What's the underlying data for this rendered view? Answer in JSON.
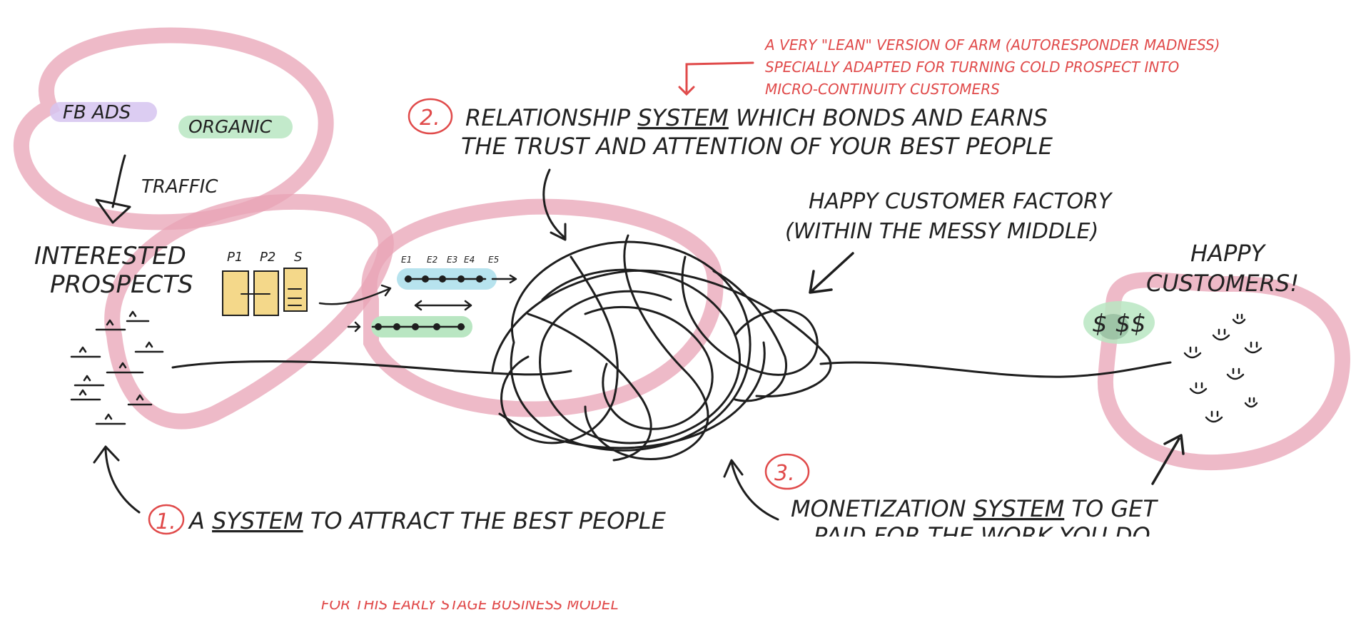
{
  "top_note": {
    "lines": [
      "A VERY \"LEAN\" VERSION OF ARM (AUTORESPONDER MADNESS)",
      "SPECIALLY ADAPTED FOR TURNING COLD PROSPECT INTO",
      "MICRO-CONTINUITY CUSTOMERS"
    ]
  },
  "sources": {
    "fb_ads": "FB ADS",
    "organic": "ORGANIC",
    "traffic": "TRAFFIC"
  },
  "prospects": {
    "line1": "INTERESTED",
    "line2": "PROSPECTS"
  },
  "funnel": {
    "p1": "P1",
    "p2": "P2",
    "s": "S"
  },
  "emails": {
    "e1": "E1",
    "e2": "E2",
    "e3": "E3",
    "e4": "E4",
    "e5": "E5"
  },
  "system2": {
    "number": "2.",
    "line1_pre": "RELATIONSHIP ",
    "line1_underlined": "SYSTEM",
    "line1_post": " WHICH BONDS AND EARNS",
    "line2": "THE TRUST AND ATTENTION OF YOUR BEST PEOPLE"
  },
  "factory": {
    "line1": "HAPPY CUSTOMER FACTORY",
    "line2": "(WITHIN THE MESSY MIDDLE)"
  },
  "happy": {
    "line1": "HAPPY",
    "line2": "CUSTOMERS!",
    "money": "$ $$"
  },
  "system1": {
    "number": "1.",
    "pre": "A ",
    "underlined": "SYSTEM",
    "post": " TO ATTRACT THE BEST PEOPLE",
    "footnote": "FOR THIS EARLY STAGE BUSINESS MODEL"
  },
  "system3": {
    "number": "3.",
    "line1_pre": "MONETIZATION ",
    "line1_underlined": "SYSTEM",
    "line1_post": " TO GET",
    "line2": "PAID FOR THE WORK YOU DO"
  },
  "colors": {
    "ink": "#1e1e1e",
    "accent_red": "#e04a4a",
    "highlight_pink": "#e8a3b6",
    "highlight_purple": "#d6c4f0",
    "highlight_green": "#b9e6c2",
    "highlight_blue": "#b7e3ee",
    "funnel_yellow": "#f4d88a"
  }
}
